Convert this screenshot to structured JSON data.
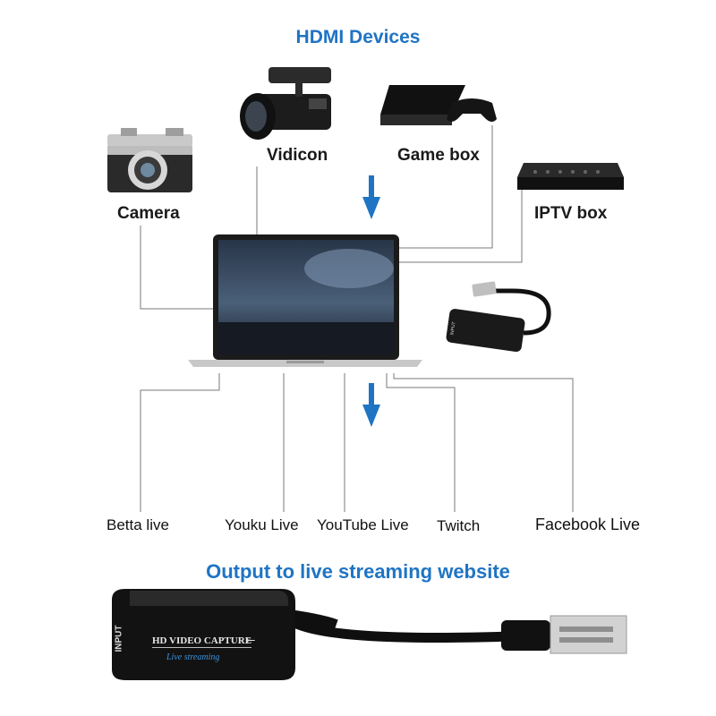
{
  "header": {
    "title": "HDMI Devices"
  },
  "devices": [
    {
      "label": "Camera",
      "icon": "camera-icon"
    },
    {
      "label": "Vidicon",
      "icon": "video-camera-icon"
    },
    {
      "label": "Game box",
      "icon": "game-console-icon"
    },
    {
      "label": "IPTV box",
      "icon": "iptv-box-icon"
    }
  ],
  "outputs": [
    {
      "label": "Betta live"
    },
    {
      "label": "Youku Live"
    },
    {
      "label": "YouTube Live"
    },
    {
      "label": "Twitch"
    },
    {
      "label": "Facebook Live"
    }
  ],
  "footer": {
    "title": "Output to live streaming website"
  },
  "capture_device": {
    "brand_text": "HD VIDEO CAPTURE",
    "sub_text": "Live streaming",
    "port_text": "INPUT",
    "small_port_text": "INPUT"
  },
  "colors": {
    "accent": "#1f74c4",
    "line": "#7a7a7a",
    "device_body": "#1b1b1b"
  }
}
